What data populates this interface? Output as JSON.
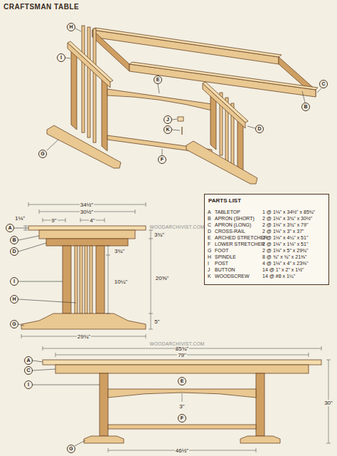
{
  "diagram": {
    "title": "CRAFTSMAN TABLE",
    "nodes": [
      {
        "text": [
          "PARTS LIST"
        ]
      }
    ],
    "labels": [
      "H",
      "I",
      "J",
      "K",
      "C",
      "E",
      "D",
      "B",
      "G",
      "F",
      "34½\"",
      "30½\"",
      "9\"",
      "4\"",
      "1⅛\"",
      "3¾\"",
      "3¾\"",
      "20⅝\"",
      "10¼\"",
      "5\"",
      "29¾\"",
      "A",
      "B",
      "D",
      "I",
      "H",
      "G",
      "WOODARCHIVIST.COM",
      "WOODARCHIVIST.COM",
      "A",
      "TABLETOP",
      "1 @ 1⅛\" x 34½\" x 85¾\"",
      "B",
      "APRON (SHORT)",
      "2 @ 1⅛\" x 3¾\" x 30½\"",
      "C",
      "APRON (LONG)",
      "2 @ 1⅛\" x 3¾\" x 79\"",
      "D",
      "CROSS-RAIL",
      "2 @ 1⅛\" x 3\" x 37\"",
      "E",
      "ARCHED STRETCHER",
      "2 @ 1⅛\" x 4¼\" x 51\"",
      "F",
      "LOWER STRETCHER",
      "2 @ 1⅛\" x 1⅛\" x 51\"",
      "G",
      "FOOT",
      "2 @ 1⅛\" x 5\" x 29¾\"",
      "H",
      "SPINDLE",
      "8 @ ¾\" x ¾\" x 21⅜\"",
      "I",
      "POST",
      "4 @ 1⅛\" x 4\" x 23⅜\"",
      "J",
      "BUTTON",
      "14 @ 1\" x 2\" x 1½\"",
      "K",
      "WOODSCREW",
      "14 @ #8 x 1¼\"",
      "85¾\"",
      "79\"",
      "A",
      "C",
      "I",
      "E",
      "3\"",
      "F",
      "G",
      "46½\"",
      "30\""
    ]
  }
}
